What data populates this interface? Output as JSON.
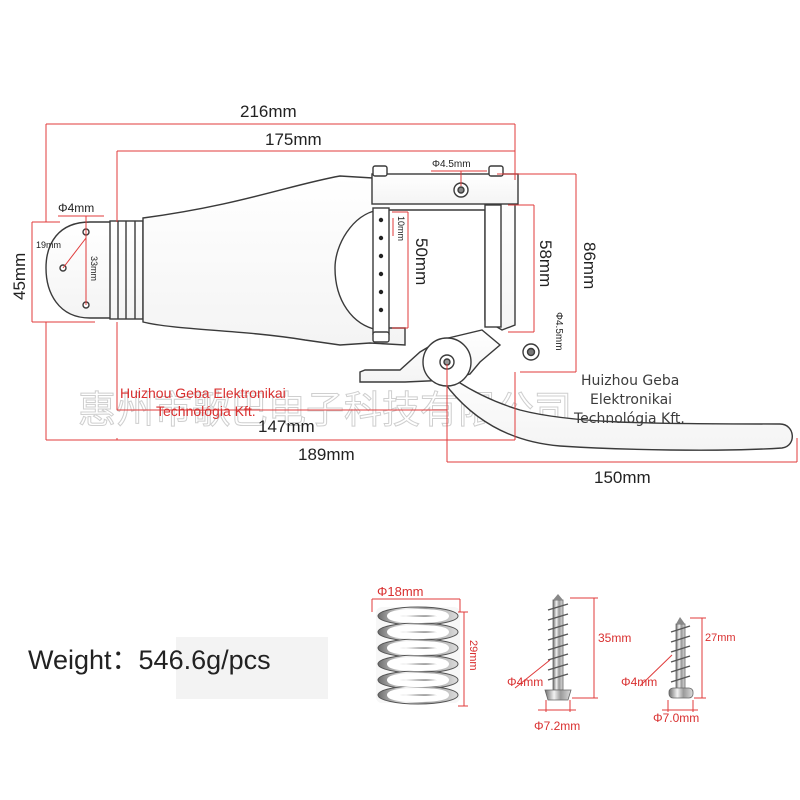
{
  "bridge_dimensions": {
    "overall_length": "216mm",
    "body_length": "175mm",
    "height_left": "45mm",
    "height_right": "86mm",
    "inner_height": "58mm",
    "string_span": "50mm",
    "string_spacing": "10mm",
    "hole_upper": "Φ4.5mm",
    "hole_right": "Φ4.5mm",
    "hole_left": "Φ4mm",
    "hole_offset": "19mm",
    "hole_spacing": "33mm",
    "base_to_pivot": "147mm",
    "base_to_arm": "189mm",
    "arm_length": "150mm"
  },
  "watermarks": {
    "left_line1": "Huizhou Geba Elektronikai",
    "left_line2": "Technológia Kft.",
    "right_line1": "Huizhou Geba",
    "right_line2": "Elektronikai",
    "right_line3": "Technológia Kft.",
    "background_text": "惠州市歌巴电子科技有限公司"
  },
  "weight": {
    "label": "Weight：546.6g/pcs"
  },
  "spring": {
    "diameter": "Φ18mm",
    "height": "29mm"
  },
  "screw_long": {
    "length": "35mm",
    "shank": "Φ4mm",
    "head": "Φ7.2mm"
  },
  "screw_short": {
    "length": "27mm",
    "shank": "Φ4mm",
    "head": "Φ7.0mm"
  }
}
